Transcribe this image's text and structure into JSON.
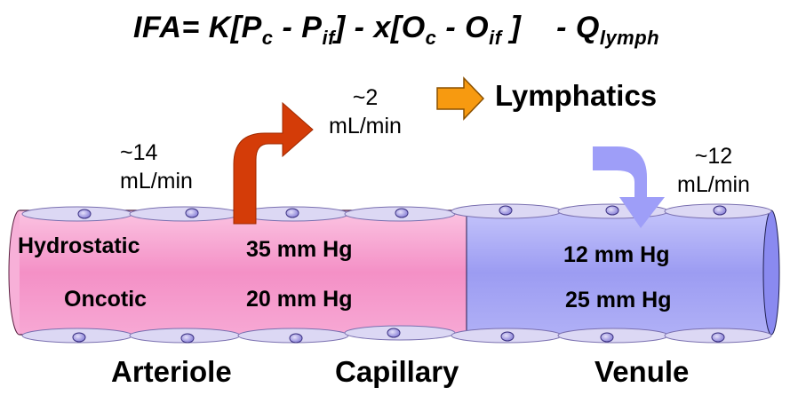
{
  "equation": {
    "lhs": "IFA",
    "eq": "= ",
    "k": "K",
    "open1": "[",
    "p": "P",
    "c_sub": "c",
    "minus1": " - ",
    "p2": "P",
    "if_sub": "if",
    "close1": "]",
    "minus2": "  - ",
    "x": "x",
    "open2": "[",
    "o": "O",
    "c_sub2": "c",
    "minus3": " - ",
    "o2": "O",
    "if_sub2": "if",
    "close2": " ]",
    "minus4": "    - ",
    "q": "Q",
    "lymph_sub": "lymph"
  },
  "flows": {
    "arteriole_tilde": "~14",
    "arteriole_unit": "mL/min",
    "lymph_tilde": "~2",
    "lymph_unit": "mL/min",
    "venule_tilde": "~12",
    "venule_unit": "mL/min"
  },
  "lymphatics": "Lymphatics",
  "rows": {
    "hydrostatic_label": "Hydrostatic",
    "oncotic_label": "Oncotic",
    "arterial_hydrostatic": "35 mm Hg",
    "arterial_oncotic": "20 mm Hg",
    "venous_hydrostatic": "12 mm Hg",
    "venous_oncotic": "25 mm Hg"
  },
  "segments": {
    "arteriole": "Arteriole",
    "capillary": "Capillary",
    "venule": "Venule"
  },
  "colors": {
    "arterial": "#f490c6",
    "venous": "#9c9cf2",
    "red_arrow": "#d43c08",
    "orange_arrow": "#f79a10",
    "blue_arrow": "#9e9ef8",
    "cell": "#dcd8f4",
    "nucleus": "#b7b0ea"
  }
}
